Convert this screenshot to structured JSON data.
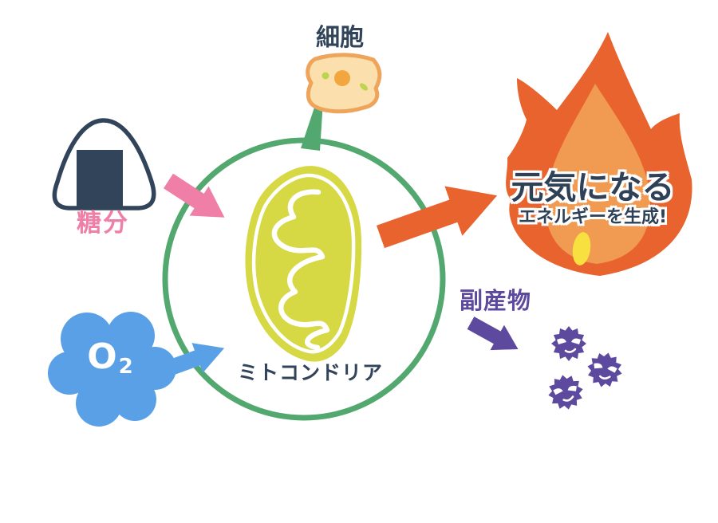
{
  "background": "#ffffff",
  "colors": {
    "navy": "#31445a",
    "white": "#ffffff",
    "green": "#53a86f",
    "mito_fill": "#d6d844",
    "pink": "#ef7fa7",
    "blue": "#5aa0e6",
    "orange": "#e8632d",
    "flame_inner": "#f09a52",
    "flame_yellow": "#f9e041",
    "purple": "#5d4a9e",
    "cell_fill": "#fbe0ad",
    "cell_outline": "#efa45c",
    "nucleus_orange": "#f1a73e",
    "cell_dot_green": "#bdd44d"
  },
  "labels": {
    "cell": "細胞",
    "sugar": "糖分",
    "oxygen_main": "O",
    "oxygen_sub": "2",
    "mitochondria": "ミトコンドリア",
    "energy_title": "元気になる",
    "energy_subtitle": "エネルギーを生成!",
    "byproduct": "副産物"
  },
  "flow": {
    "inputs": [
      {
        "item": "糖分",
        "icon": "onigiri-rice-ball",
        "arrow_color": "#ef7fa7"
      },
      {
        "item": "O2",
        "icon": "oxygen-cloud",
        "arrow_color": "#5aa0e6"
      }
    ],
    "process": {
      "name": "ミトコンドリア",
      "located_in": "細胞"
    },
    "output": {
      "item": "元気になるエネルギーを生成!",
      "icon": "flame",
      "arrow_color": "#e8632d"
    },
    "byproduct": {
      "item": "副産物",
      "icon": "free-radicals",
      "count": 3,
      "arrow_color": "#5d4a9e"
    }
  }
}
